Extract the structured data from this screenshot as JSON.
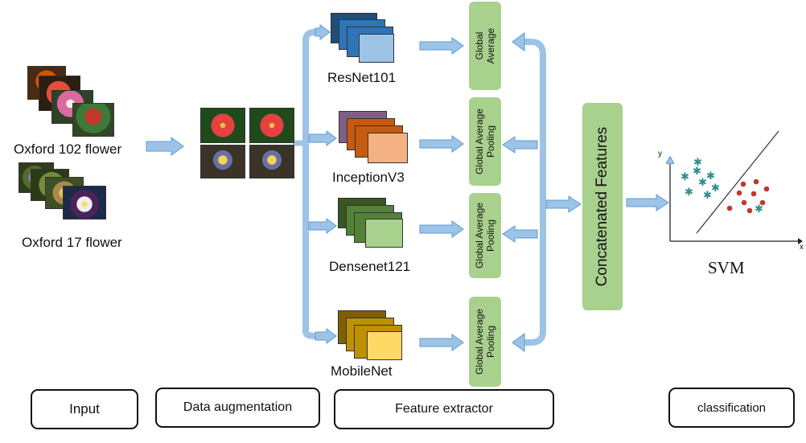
{
  "datasets": [
    "Oxford 102 flower",
    "Oxford 17 flower"
  ],
  "models": [
    {
      "name": "ResNet101",
      "colors": [
        "#1f4e79",
        "#2e75b6",
        "#9dc3e6"
      ]
    },
    {
      "name": "InceptionV3",
      "colors": [
        "#7f6084",
        "#c55a11",
        "#f4b183"
      ]
    },
    {
      "name": "Densenet121",
      "colors": [
        "#375623",
        "#548235",
        "#a9d18e"
      ]
    },
    {
      "name": "MobileNet",
      "colors": [
        "#7f6000",
        "#bf9000",
        "#ffd966"
      ]
    }
  ],
  "pooling_labels": [
    "Global\nAverage",
    "Global Average\nPooling",
    "Global Average\nPooling",
    "Global Average\nPooling"
  ],
  "concat_label": "Concatenated Features",
  "svm": {
    "title": "SVM",
    "x_axis": "x",
    "y_axis": "y"
  },
  "stages": [
    "Input",
    "Data augmentation",
    "Feature extractor",
    "classification"
  ],
  "colors": {
    "arrow_fill": "#9dc3e6",
    "arrow_stroke": "#5b9bd5",
    "block_green": "#a9d18e",
    "star": "#2e8b8b",
    "dot": "#c0392b"
  }
}
